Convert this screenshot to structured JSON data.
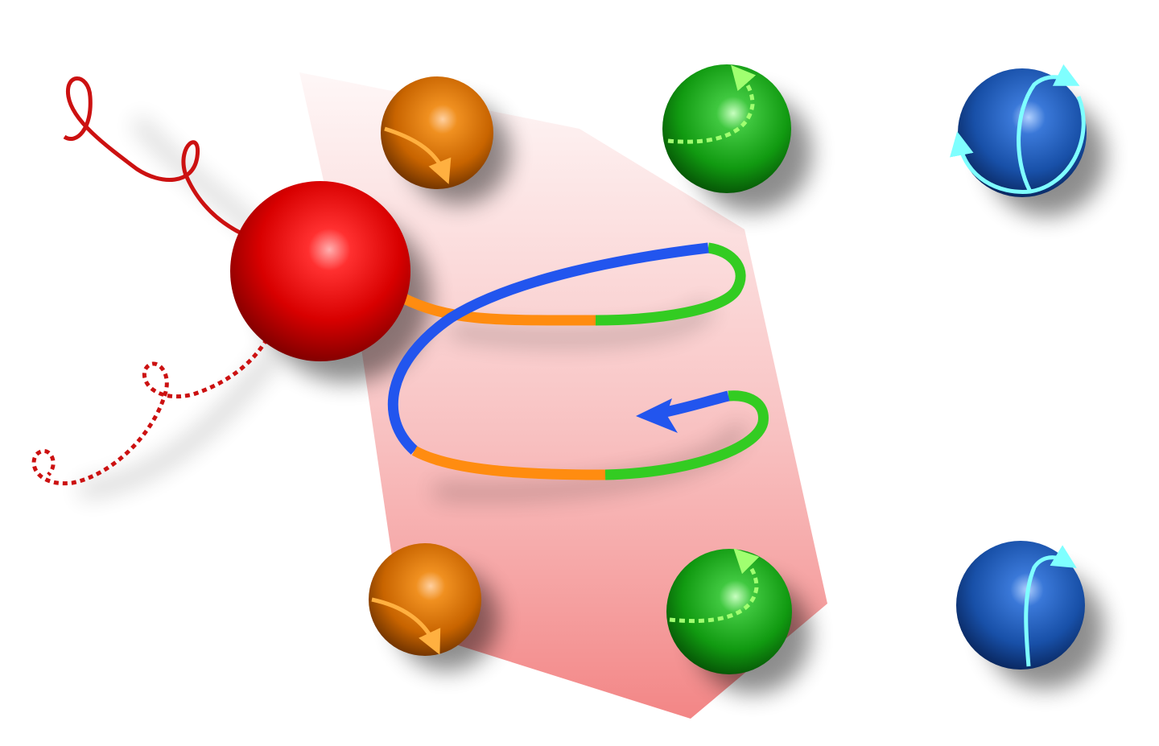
{
  "colors": {
    "background": "#ffffff",
    "plane": "#f49a9a",
    "red_sphere": "#e00000",
    "orange_sphere": "#e07800",
    "green_sphere": "#1fae1f",
    "blue_sphere": "#1f5fc0",
    "helix_blue": "#2255ee",
    "helix_orange": "#ff8c10",
    "helix_green": "#33cc22",
    "spin_cyan": "#7fffff",
    "orange_arrow": "#ffb040",
    "green_arrow": "#a0ff70",
    "red_wave": "#cc1111"
  },
  "icons": [
    "red-sphere",
    "orange-sphere",
    "green-sphere",
    "blue-sphere",
    "helix-arrow",
    "spin-arrow",
    "wavy-line"
  ]
}
